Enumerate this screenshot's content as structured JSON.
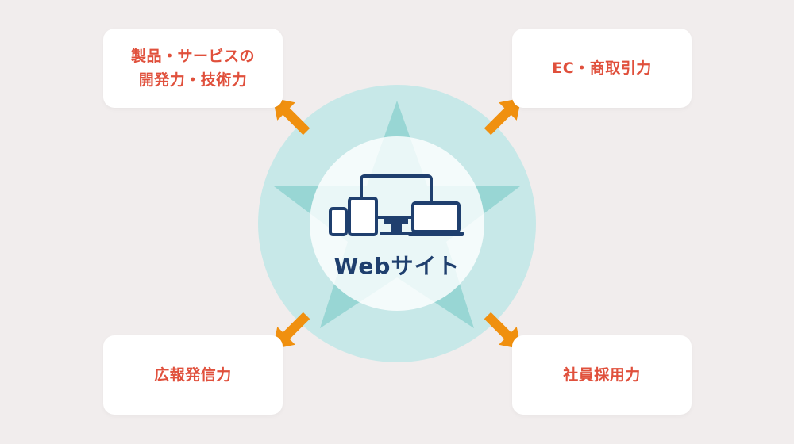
{
  "center": {
    "label": "Webサイト",
    "icon": "devices-icon"
  },
  "cards": {
    "top_left": "製品・サービスの\n開発力・技術力",
    "top_right": "EC・商取引力",
    "bottom_left": "広報発信力",
    "bottom_right": "社員採用力"
  },
  "colors": {
    "background": "#f1eded",
    "outer_circle": "#c7e8e8",
    "star": "#8fd2d0",
    "inner_circle": "#ffffff",
    "arrow": "#f0900f",
    "card_text": "#e0503c",
    "center_text": "#1f3f6e",
    "device_icon": "#1f3f6e"
  }
}
